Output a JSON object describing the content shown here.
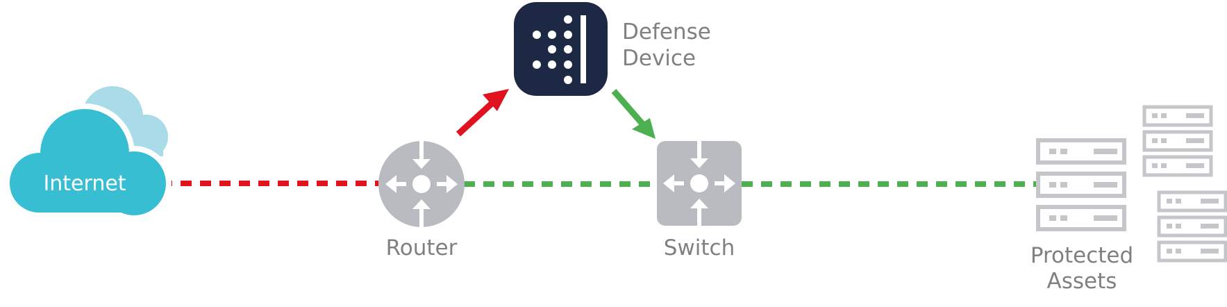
{
  "nodes": {
    "internet": {
      "label": "Internet"
    },
    "router": {
      "label": "Router"
    },
    "switch": {
      "label": "Switch"
    },
    "defense": {
      "label_line1": "Defense",
      "label_line2": "Device"
    },
    "assets": {
      "label_line1": "Protected",
      "label_line2": "Assets"
    }
  },
  "colors": {
    "cloud_front": "#37bed2",
    "cloud_back": "#a9dce8",
    "device_gray": "#b8bbbf",
    "defense_navy": "#1d2944",
    "label_gray": "#808080",
    "threat_red": "#e0121f",
    "clean_green": "#4cb051",
    "server_gray": "#c4c6c9"
  },
  "links": [
    {
      "from": "internet",
      "to": "router",
      "style": "dashed",
      "color": "threat_red"
    },
    {
      "from": "router",
      "to": "defense",
      "style": "arrow",
      "color": "threat_red"
    },
    {
      "from": "defense",
      "to": "switch",
      "style": "arrow",
      "color": "clean_green"
    },
    {
      "from": "router",
      "to": "switch",
      "style": "dashed",
      "color": "clean_green"
    },
    {
      "from": "switch",
      "to": "assets",
      "style": "dashed",
      "color": "clean_green"
    }
  ]
}
